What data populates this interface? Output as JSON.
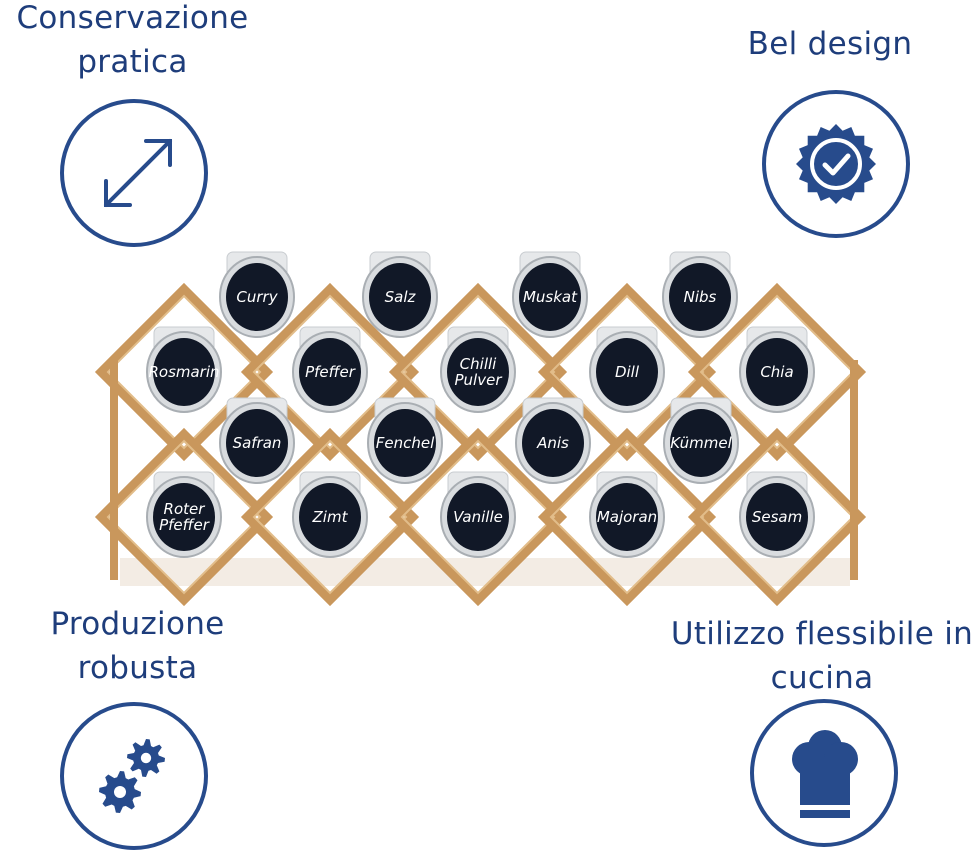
{
  "features": {
    "top_left": {
      "line1": "Conservazione",
      "line2": "pratica",
      "icon": "diagonal-resize-arrow-icon"
    },
    "top_right": {
      "line1": "Bel design",
      "icon": "quality-badge-check-icon"
    },
    "bottom_left": {
      "line1": "Produzione",
      "line2": "robusta",
      "icon": "gears-icon"
    },
    "bottom_right": {
      "line1": "Utilizzo flessibile in",
      "line2": "cucina",
      "icon": "chef-hat-icon"
    }
  },
  "colors": {
    "brand_blue": "#274b8c",
    "wood": "#c9975c",
    "jar_lid": "#111827"
  },
  "jars": [
    {
      "label": "Curry"
    },
    {
      "label": "Salz"
    },
    {
      "label": "Muskat"
    },
    {
      "label": "Nibs"
    },
    {
      "label": "Rosmarin"
    },
    {
      "label": "Pfeffer"
    },
    {
      "label": "Chilli Pulver"
    },
    {
      "label": "Dill"
    },
    {
      "label": "Chia"
    },
    {
      "label": "Safran"
    },
    {
      "label": "Fenchel"
    },
    {
      "label": "Anis"
    },
    {
      "label": "Kümmel"
    },
    {
      "label": "Roter Pfeffer"
    },
    {
      "label": "Zimt"
    },
    {
      "label": "Vanille"
    },
    {
      "label": "Majoran"
    },
    {
      "label": "Sesam"
    }
  ]
}
